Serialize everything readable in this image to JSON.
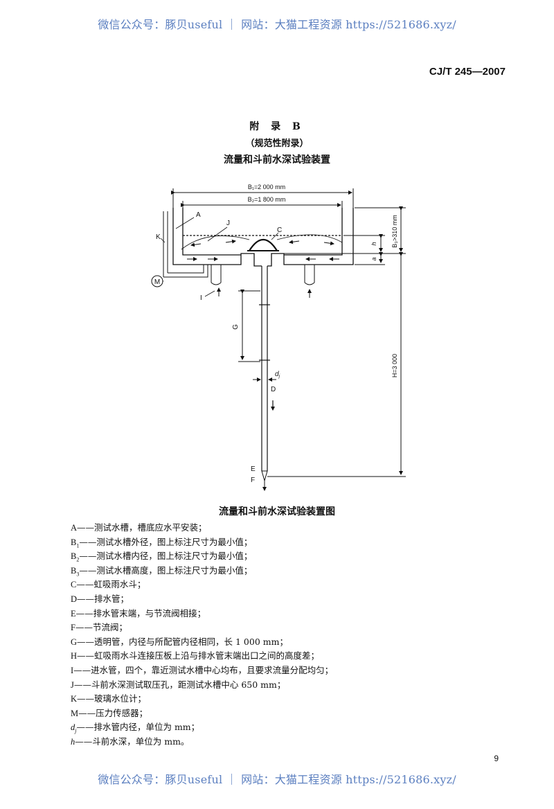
{
  "watermark_top": "微信公众号：豚贝useful ｜ 网站：大猫工程资源 https://521686.xyz/",
  "watermark_bottom": "微信公众号：豚贝useful ｜ 网站：大猫工程资源 https://521686.xyz/",
  "standard_code": "CJ/T 245—2007",
  "appendix": {
    "title": "附 录 B",
    "type": "（规范性附录）",
    "heading": "流量和斗前水深试验装置"
  },
  "figure": {
    "caption": "流量和斗前水深试验装置图",
    "dim_b1": "B₁=2 000 mm",
    "dim_b2": "B₂=1 800 mm",
    "dim_b3": "B₃>310 mm",
    "dim_h_total": "H=3 000",
    "labels": {
      "A": "A",
      "J": "J",
      "C": "C",
      "K": "K",
      "M": "M",
      "I": "I",
      "G": "G",
      "d": "d",
      "d_sub": "j",
      "D": "D",
      "E": "E",
      "F": "F",
      "h": "h",
      "a": "a"
    }
  },
  "legend": [
    {
      "key": "A",
      "sub": "",
      "text": "——测试水槽，槽底应水平安装；"
    },
    {
      "key": "B",
      "sub": "1",
      "text": "——测试水槽外径，图上标注尺寸为最小值；"
    },
    {
      "key": "B",
      "sub": "2",
      "text": "——测试水槽内径，图上标注尺寸为最小值；"
    },
    {
      "key": "B",
      "sub": "3",
      "text": "——测试水槽高度，图上标注尺寸为最小值；"
    },
    {
      "key": "C",
      "sub": "",
      "text": "——虹吸雨水斗；"
    },
    {
      "key": "D",
      "sub": "",
      "text": "——排水管；"
    },
    {
      "key": "E",
      "sub": "",
      "text": "——排水管末端，与节流阀相接；"
    },
    {
      "key": "F",
      "sub": "",
      "text": "——节流阀；"
    },
    {
      "key": "G",
      "sub": "",
      "text": "——透明管，内径与所配管内径相同，长 1 000 mm；"
    },
    {
      "key": "H",
      "sub": "",
      "text": "——虹吸雨水斗连接压板上沿与排水管末端出口之间的高度差；"
    },
    {
      "key": "I",
      "sub": "",
      "text": "——进水管，四个，靠近测试水槽中心均布，且要求流量分配均匀；"
    },
    {
      "key": "J",
      "sub": "",
      "text": "——斗前水深测试取压孔，距测试水槽中心 650 mm；"
    },
    {
      "key": "K",
      "sub": "",
      "text": "——玻璃水位计；"
    },
    {
      "key": "M",
      "sub": "",
      "text": "——压力传感器；"
    },
    {
      "key": "d",
      "sub": "j",
      "text": "——排水管内径，单位为 mm；"
    },
    {
      "key": "h",
      "sub": "",
      "text": "——斗前水深，单位为 mm。"
    }
  ],
  "page_number": "9"
}
